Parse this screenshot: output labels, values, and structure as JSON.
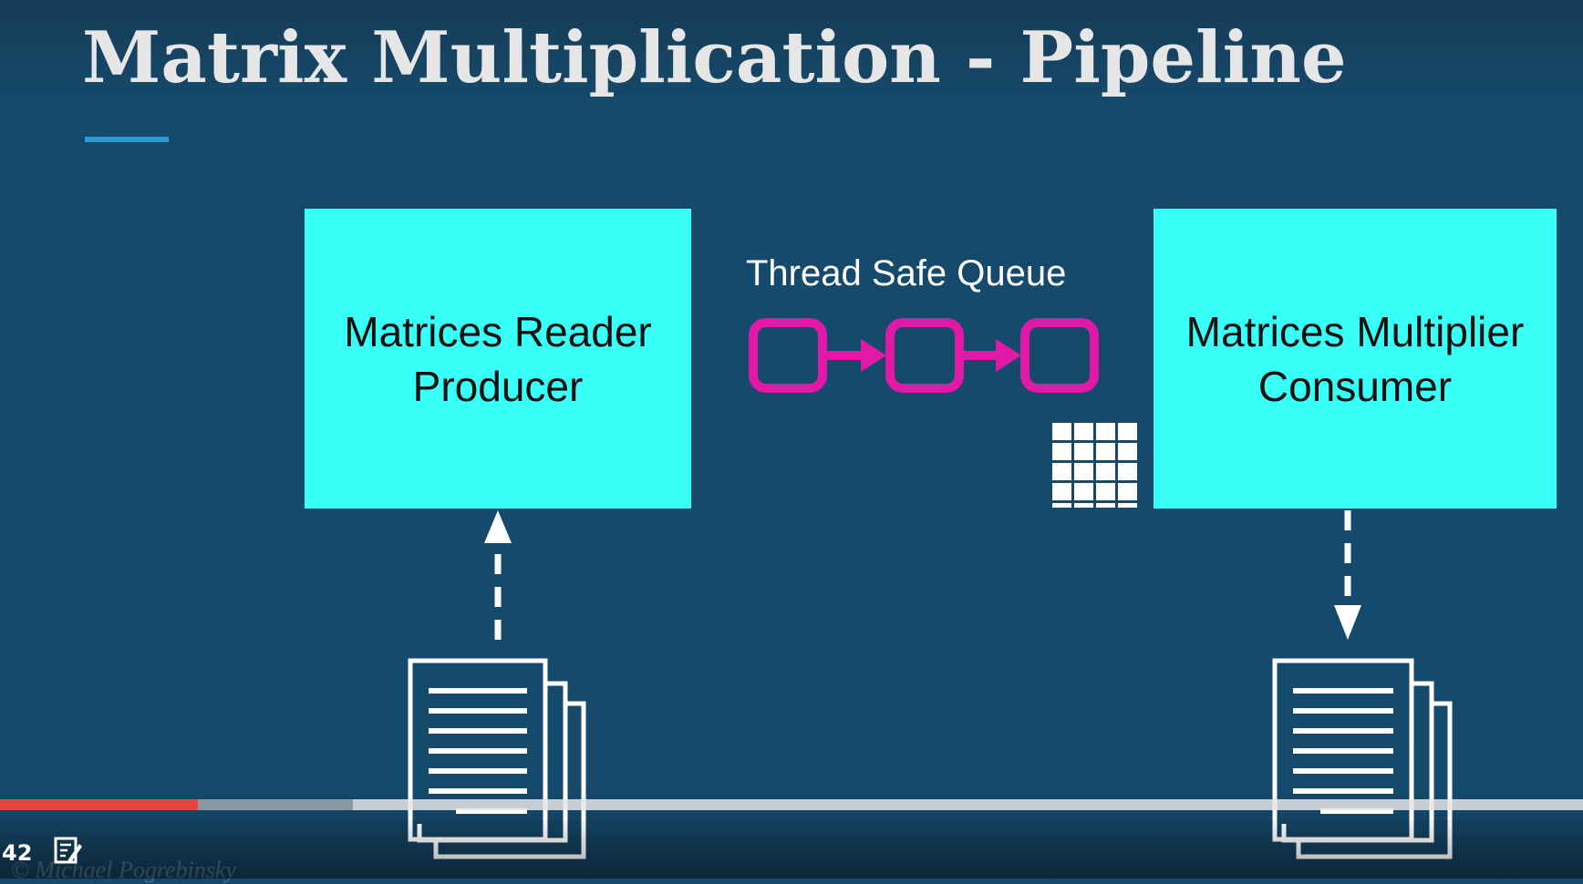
{
  "slide": {
    "title": "Matrix Multiplication - Pipeline",
    "producer_box": {
      "line1": "Matrices Reader",
      "line2": "Producer"
    },
    "consumer_box": {
      "line1": "Matrices Multiplier",
      "line2": "Consumer"
    },
    "queue_label": "Thread Safe Queue",
    "watermark": "© Michael Pogrebinsky",
    "icons": [
      "queue-chain-icon",
      "matrix-grid-icon",
      "document-stack-icon",
      "dashed-arrow-icon"
    ],
    "colors": {
      "background": "#154a6c",
      "box_fill": "#38fff8",
      "queue_color": "#e01aa6",
      "accent_underline": "#2e9ad8"
    }
  },
  "player": {
    "progress": 0.125,
    "buffered": 0.223,
    "time_display": "42",
    "notes_icon": "notes-edit-icon",
    "colors": {
      "progress": "#e8453c",
      "buffer": "#8a98a6"
    }
  }
}
